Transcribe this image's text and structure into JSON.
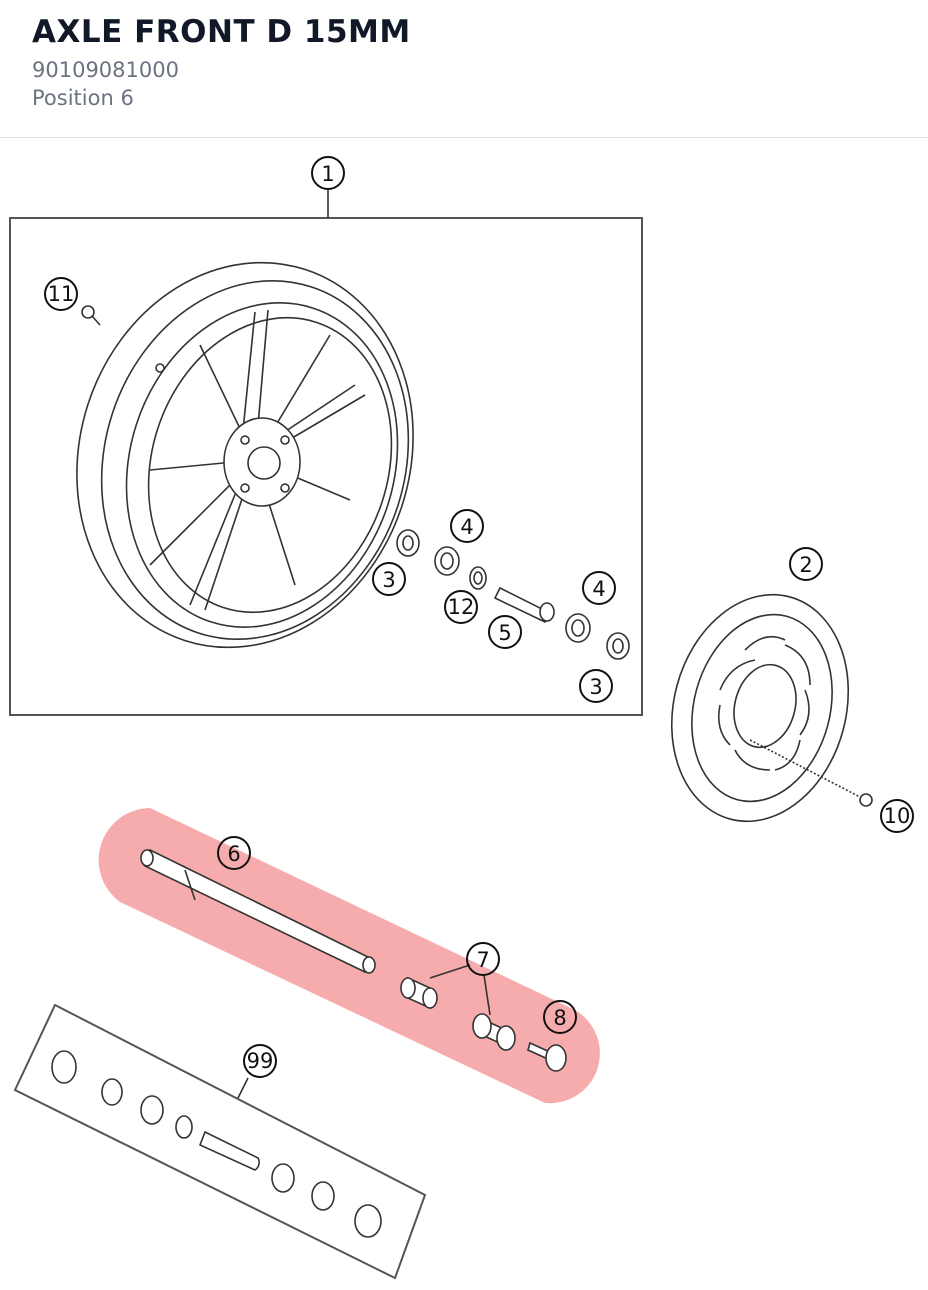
{
  "header": {
    "title": "AXLE FRONT D 15MM",
    "part_number": "90109081000",
    "position": "Position 6"
  },
  "diagram": {
    "highlight_color": "#f5a3a3",
    "callouts": {
      "c1": "1",
      "c2": "2",
      "c3a": "3",
      "c3b": "3",
      "c4a": "4",
      "c4b": "4",
      "c5": "5",
      "c6": "6",
      "c7": "7",
      "c8": "8",
      "c10": "10",
      "c11": "11",
      "c12": "12",
      "c99": "99"
    }
  }
}
